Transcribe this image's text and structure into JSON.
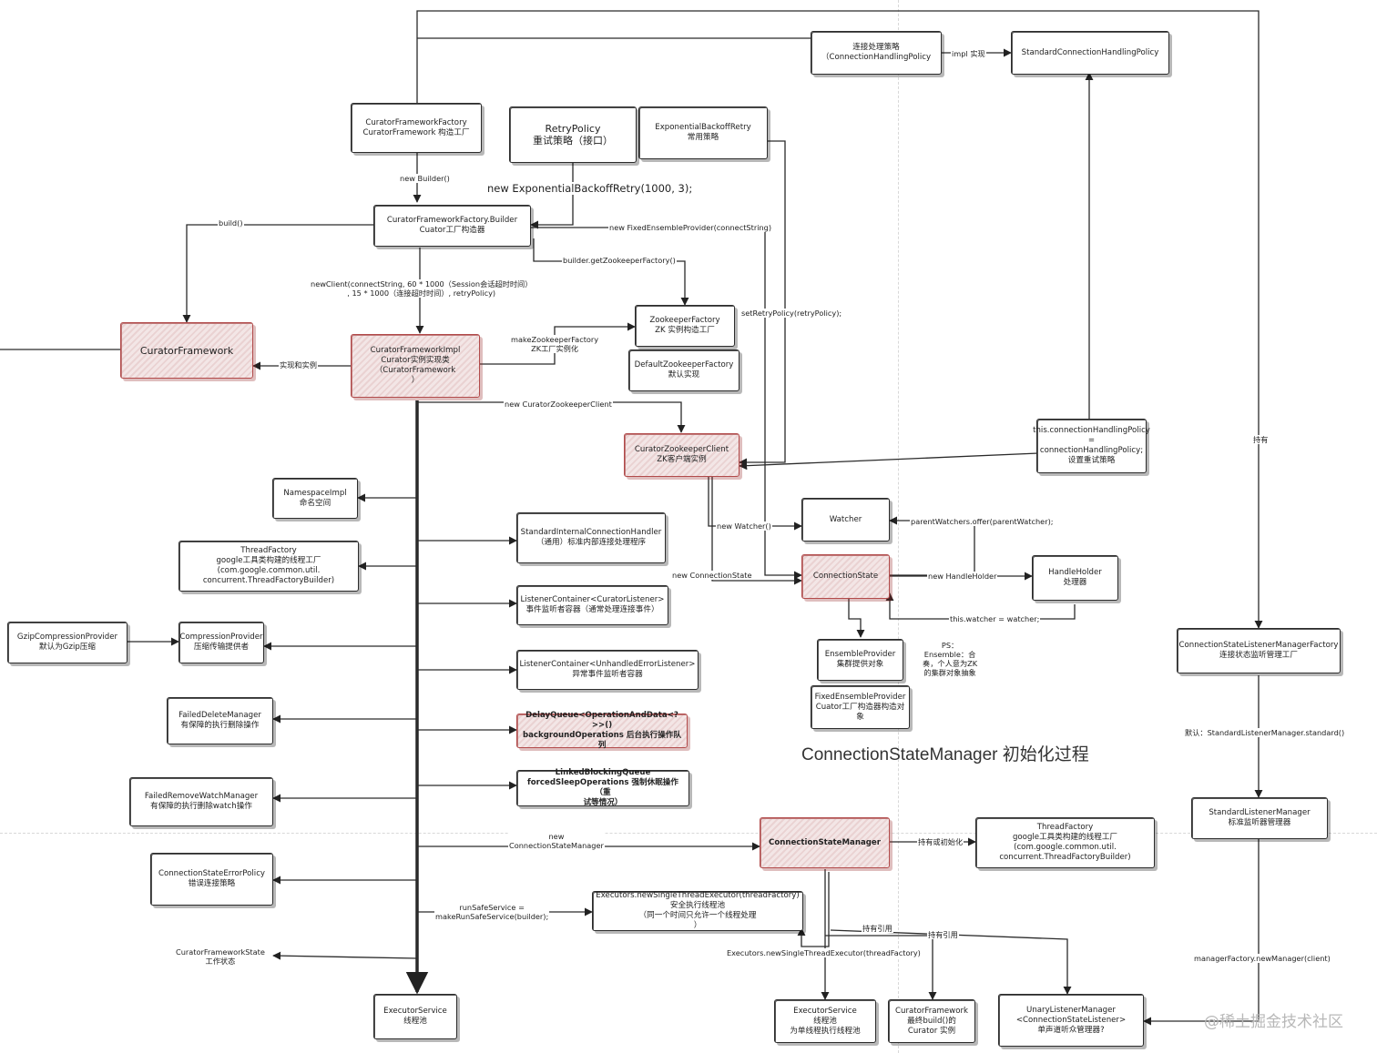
{
  "heading": "ConnectionStateManager 初始化过程",
  "watermark": "@稀土掘金技术社区",
  "boxes": {
    "conn_policy": "连接处理策略\n（ConnectionHandlingPolicy",
    "std_conn_policy": "StandardConnectionHandlingPolicy",
    "factory": "CuratorFrameworkFactory\nCuratorFramework 构造工厂",
    "retry_policy": "RetryPolicy\n重试策略（接口）",
    "exp_backoff": "ExponentialBackoffRetry\n常用策略",
    "builder": "CuratorFrameworkFactory.Builder\nCuator工厂构造器",
    "curator_framework": "CuratorFramework",
    "curator_impl": "CuratorFrameworkImpl\nCurator实例实现类\n（CuratorFramework\n）",
    "zk_factory": "ZookeeperFactory\nZK 实例构造工厂",
    "default_zk_factory": "DefaultZookeeperFactory\n默认实现",
    "zk_client": "CuratorZookeeperClient\nZK客户端实例",
    "conn_policy_assign": "this.connectionHandlingPolicy =\nconnectionHandlingPolicy;\n设置重试策略",
    "namespace": "NamespaceImpl\n命名空间",
    "thread_factory_1": "ThreadFactory\ngoogle工具类构建的线程工厂\n(com.google.common.util.\nconcurrent.ThreadFactoryBuilder)",
    "std_internal_handler": "StandardInternalConnectionHandler\n（通用）标准内部连接处理程序",
    "listener_container": "ListenerContainer<CuratorListener>\n事件监听者容器（通常处理连接事件）",
    "unhandled_container": "ListenerContainer<UnhandledErrorListener>\n异常事件监听者容器",
    "delay_queue": "DelayQueue<OperationAndData<?>>()\nbackgroundOperations 后台执行操作队列",
    "linked_queue": "LinkedBlockingQueue\nforcedSleepOperations 强制休眠操作（重\n试等情况）",
    "gzip": "GzipCompressionProvider\n默认为Gzip压缩",
    "compression": "CompressionProvider\n压缩传输提供者",
    "failed_delete": "FailedDeleteManager\n有保障的执行删除操作",
    "failed_remove_watch": "FailedRemoveWatchManager\n有保障的执行删除watch操作",
    "conn_state_error": "ConnectionStateErrorPolicy\n错误连接策略",
    "executor_left": "ExecutorService\n线程池",
    "watcher": "Watcher",
    "connection_state": "ConnectionState",
    "handle_holder": "HandleHolder\n处理器",
    "ensemble_provider": "EnsembleProvider\n集群提供对象",
    "fixed_ensemble": "FixedEnsembleProvider\nCuator工厂构造器构造对\n象",
    "cslm_factory": "ConnectionStateListenerManagerFactory\n连接状态监听管理工厂",
    "std_listener_mgr": "StandardListenerManager\n标准监听器管理器",
    "csm": "ConnectionStateManager",
    "thread_factory_2": "ThreadFactory\ngoogle工具类构建的线程工厂\n(com.google.common.util.\nconcurrent.ThreadFactoryBuilder)",
    "single_thread_exec": "Executors.newSingleThreadExecutor(threadFactory)\n安全执行线程池\n（同一个时间只允许一个线程处理\n）",
    "executor_bottom": "ExecutorService\n线程池\n为单线程执行线程池",
    "curator_instance": "CuratorFramework\n最终build()的\nCurator 实例",
    "unary_listener": "UnaryListenerManager\n<ConnectionStateListener>\n单声道听众管理器?"
  },
  "labels": {
    "impl": "impl 实现",
    "new_builder": "new Builder()",
    "build": "build()",
    "new_exp_backoff": "new ExponentialBackoffRetry(1000, 3);",
    "new_fixed_ensemble": "new FixedEnsembleProvider(connectString)",
    "builder_get_zk": "builder.getZookeeperFactory()",
    "new_client": "newClient(connectString, 60 * 1000（Session会话超时时间）\n, 15 * 1000（连接超时时间）, retryPolicy)",
    "make_zk_factory": "makeZookeeperFactory\nZK工厂实例化",
    "set_retry": "setRetryPolicy(retryPolicy);",
    "impl_instance": "实现和实例",
    "new_czk_client": "new CuratorZookeeperClient",
    "hold": "持有",
    "new_watcher": "new Watcher()",
    "parent_watchers": "parentWatchers.offer(parentWatcher);",
    "new_conn_state": "new ConnectionState",
    "new_handle_holder": "new HandleHolder",
    "this_watcher": "this.watcher = watcher;",
    "ps_note": "PS：\nEnsemble：合\n奏，个人意为ZK\n的集群对象抽象",
    "default_std": "默认：StandardListenerManager.standard()",
    "new_csm": "new\nConnectionStateManager",
    "hold_or_init": "持有或初始化",
    "run_safe": "runSafeService =\nmakeRunSafeService(builder);",
    "hold_ref_1": "持有引用",
    "hold_ref_2": "持有引用",
    "new_single_exec": "Executors.newSingleThreadExecutor(threadFactory)",
    "manager_factory": "managerFactory.newManager(client)",
    "cf_state": "CuratorFrameworkState\n工作状态"
  }
}
